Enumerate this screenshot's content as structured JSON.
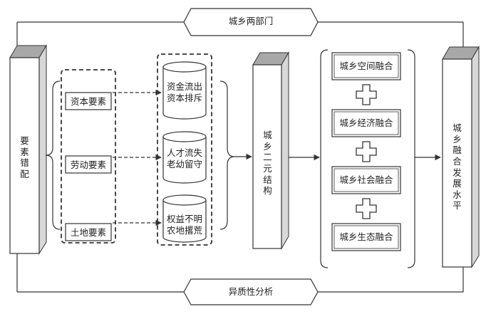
{
  "top_banner": "城乡两部门",
  "bottom_banner": "异质性分析",
  "left_pillar": "要素错配",
  "factors": [
    "资本要素",
    "劳动要素",
    "土地要素"
  ],
  "effects": [
    "资金流出\n资本排斥",
    "人才流失\n老幼留守",
    "权益不明\n农地撂荒"
  ],
  "middle_pillar": "城乡二元结构",
  "integrations": [
    "城乡空间融合",
    "城乡经济融合",
    "城乡社会融合",
    "城乡生态融合"
  ],
  "plus_sign": "+",
  "right_pillar": "城乡融合发展水平",
  "colors": {
    "line": "#333333",
    "pillar_top": "#a8a8a8",
    "banner_fill": "#ffffff"
  }
}
